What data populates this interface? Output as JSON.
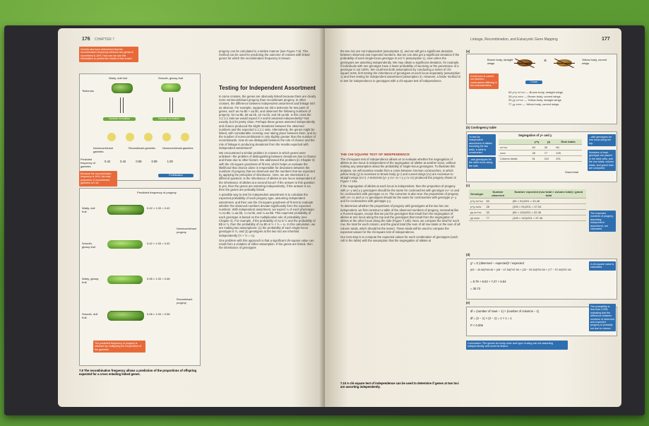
{
  "left_page": {
    "page_number": "176",
    "chapter": "CHAPTER 7",
    "section_heading": "Testing for Independent Assortment",
    "figure": {
      "labels": {
        "wrinkled_dull": "Warty, dull fruit",
        "smooth_glossy": "Smooth, glossy fruit",
        "testcross": "Testcross",
        "gamete_formation_1": "Gamete formation",
        "gamete_formation_2": "Gamete formation",
        "nonrecombinant": "Nonrecombinant gametes",
        "recombinant": "Recombinant gametes",
        "nonrecombinant_2": "Nonrecombinant gametes",
        "predicted": "Predicted frequency of gametes",
        "fertilization": "Fertilization",
        "predicted_progeny": "Predicted frequency of progeny"
      },
      "gamete_freqs": [
        "0.42",
        "0.42",
        "0.08",
        "0.08",
        "1.00"
      ],
      "progeny": [
        {
          "label": "Warty, dull fruit",
          "freq": "0.42 × 1.00 = 0.42",
          "type": ""
        },
        {
          "label": "Smooth, glossy fruit",
          "freq": "0.42 × 1.00 = 0.42",
          "type": "Nonrecombinant progeny"
        },
        {
          "label": "Warty, glossy fruit",
          "freq": "0.08 × 1.00 = 0.08",
          "type": ""
        },
        {
          "label": "Smooth, dull fruit",
          "freq": "0.08 × 1.00 = 0.08",
          "type": "Recombinant progeny"
        }
      ],
      "top_note": "Genetic abs have determined that the recombination frequency between two genes in cucumbers is 16%. How can we use this information to predict the results of this cross?",
      "mid_note": "Because the recombination frequency is 16%, the total proportion of recombinant gametes is 0.16.",
      "bottom_note": "The predicted frequency of progeny is obtained by multiplying the frequencies of the gametes.",
      "caption_bold": "7.9 The recombination frequency allows a prediction of the proportions of offspring expected for a cross entailing linked genes."
    },
    "body_text": [
      "progeny can be calculated in a similar manner (see Figure 7.9). This method can be used for predicting the outcome of crosses with linked genes for which the recombination frequency is known.",
      "In some crosses, the genes are obviously linked because there are clearly more nonrecombinant progeny than recombinant progeny. In other crosses, the difference between independent assortment and linkage isn't as obvious. For example, suppose we did a testcross for two pairs of genes, such as Aa Bb × aa bb, and observed the following numbers of progeny: 54 Aa Bb, 56 aa bb, 42 Aa bb, and 48 aa Bb. Is this cross the 1:1:1:1 ratio we would expect if A and B assorted independently? Not exactly, but it's pretty close. Perhaps these genes assorted independently and chance produced the slight deviations between the observed numbers and the expected 1:1:1:1 ratio. Alternatively, the genes might be linked, with considerable crossing over taking place between them, and so the number of nonrecombinants is only slightly greater than the number of recombinants. How do we distinguish between the role of chance and the role of linkage in producing deviations from the results expected with independent assortment?",
      "We encountered a similar problem in crosses in which genes were unlinked—the problem of distinguishing between deviations due to chance and those due to other factors. We addressed this problem (in Chapter 3) with the chi-square goodness-of-fit test, which helps us evaluate the likelihood that chance alone is responsible for deviations between the numbers of progeny that we observed and the numbers that we expected by applying the principles of inheritance. Here, we are interested in a different question: Is the inheritance of alleles at one locus independent of the inheritance of alleles at a second locus? If the answer to this question is yes, then the genes are assorting independently; if the answer is no, then the genes are probably linked.",
      "A possible way to test for independent assortment is to calculate the expected probability of each progeny type, assuming independent assortment, and then use the chi-square goodness-of-fit test to evaluate whether the observed numbers deviate significantly from the expected numbers. With independent assortment, we expect ¼ of each phenotype: ¼ Aa Bb, ¼ aa bb, ¼ Aa bb, and ¼ aa Bb. This expected probability of each genotype is based on the multiplication rule of probability (see Chapter 3). For example, if the probability of Aa is ½ and the probability of Bb is ½, then the probability of Aa Bb is ½ × ½ = ¼. In this calculation, we are making two assumptions: (1) the probability of each single-locus genotype is ½, and (2) genotypes at the two loci are inherited independently (½ × ½ = ¼).",
      "One problem with this approach is that a significant chi-square value can result from a violation of either assumption. If the genes are linked, then the inheritance of genotypes"
    ]
  },
  "right_page": {
    "page_number": "177",
    "running_head": "Linkage, Recombination, and Eukaryotic Gene Mapping",
    "body_text": [
      "the two loci are not independent (assumption 2), and we will get a significant deviation between observed and expected numbers. But we can also get a significant deviation if the probability of each single-locus genotype is not ½ (assumption 1), even when the genotypes are assorting independently. We may obtain a significant deviation, for example, if individuals with one genotype have a lower probability of surviving or the penetrance of a genotype is not 100%. We could test both assumptions by conducting a series of chi-square tests, first testing the inheritance of genotypes at each locus separately (assumption 1) and then testing for independent assortment (assumption 2). However, a faster method is to test for independence in genotypes with a chi-square test of independence."
    ],
    "subheading": "THE CHI-SQUARE TEST OF INDEPENDENCE",
    "body_text_2": [
      "The chi-square test of independence allows us to evaluate whether the segregation of alleles at one locus is independent of the segregation of alleles at another locus, without making any assumption about the probability of single-locus genotypes. To illustrate this analysis, we will examine results from a cross between German cockroaches, in which yellow body (y) is recessive to brown body (y+) and curved wings (cv) are recessive to straight wings (cv+). A testcross (y+ y cv+ cv × y y cv cv) produced the progeny shown in Figure 7.10a.",
      "If the segregation of alleles at each locus is independent, then the proportion of progeny with y+ y and y y genotypes should be the same for cockroaches with genotype cv+ cv and for cockroaches with genotype cv cv. The converse is also true: the proportions of progeny with cv+ cv and cv cv genotypes should be the same for cockroaches with genotype y+ y and for cockroaches with genotype y y.",
      "To determine whether the proportions of progeny with genotypes at the two loci are independent, we first construct a table of the observed numbers of progeny, somewhat like a Punnett square, except that we put the genotypes that result from the segregation of alleles at one locus along the top and the genotypes that result from the segregation of alleles at the other locus along the side (Figure 7.10b). Next, we compute the total for each row, the total for each column, and the grand total (the sum of all row totals or the sum of all column totals, which should be the same). These totals will be used to compute the expected values for the chi-square test of independence.",
      "Our next step is to compute the expected values for each combination of genotypes (each cell in the table) with the assumption that the segregation of alleles at"
    ],
    "figure": {
      "part_a": "(a)",
      "parent_left": "Brown body, straight wings",
      "parent_right": "Yellow body, curved wings",
      "cross_symbol": "×",
      "cross_label": "Cross",
      "note_a": "A testcross is carried out between cockroaches differing in two characteristics.",
      "progeny_rows": [
        {
          "count": "63",
          "genotype": "y+y cv+cv",
          "phenotype": "Brown body, straight wings"
        },
        {
          "count": "28",
          "genotype": "y+y cvcv",
          "phenotype": "Brown body, curved wings"
        },
        {
          "count": "33",
          "genotype": "yy cv+cv",
          "phenotype": "Yellow body, straight wings"
        },
        {
          "count": "77",
          "genotype": "yy cvcv",
          "phenotype": "Yellow body, curved wings"
        }
      ],
      "part_b": "(b) Contingency table",
      "contingency_title": "Segregation of y+ and y",
      "contingency_headers": [
        "",
        "y+y",
        "yy",
        "Row totals"
      ],
      "contingency_rows": [
        [
          "cv+cv",
          "63",
          "33",
          "96"
        ],
        [
          "cvcv",
          "28",
          "77",
          "105"
        ],
        [
          "Column totals",
          "91",
          "110",
          "201"
        ]
      ],
      "grand_total": "Grand total",
      "note_b1": "To test for independent assortment of alleles encoding the two traits, a table is constructed.",
      "note_b2": "Numbers of each genotype are placed in the table cells, and the row totals, column totals, and grand total are computed.",
      "note_b3": "...and genotypes for the other locus along the side.",
      "note_b4": "...with genotypes for one locus along the top.",
      "part_c": "(c)",
      "table_c_headers": [
        "Genotype",
        "Number observed",
        "Number expected (row total × column total) / grand total"
      ],
      "table_c_rows": [
        [
          "y+y cv+cv",
          "63",
          "(96 × 91)/201 = 43.46"
        ],
        [
          "y+y cvcv",
          "28",
          "(105 × 91)/201 = 47.54"
        ],
        [
          "yy cv+cv",
          "33",
          "(96 × 110)/201 = 52.46"
        ],
        [
          "yy cvcv",
          "77",
          "(105 × 110)/201 = 57.46"
        ]
      ],
      "note_c": "The expected numbers of progeny, assuming independent assortment, are calculated.",
      "part_d": "(d)",
      "chi_formula": "χ² = Σ (observed − expected)² / expected",
      "chi_terms": "(63 − 43.46)²/43.46 + (28 − 47.54)²/47.54 + (33 − 52.54)²/52.54 + (77 − 57.46)²/57.46",
      "chi_sum": "= 8.79 + 8.03 + 7.27 + 6.64",
      "chi_result": "= 30.73",
      "note_d": "A chi-square value is calculated.",
      "part_e": "(e)",
      "df_text": "df = (number of rows − 1) × (number of columns − 1)",
      "df_calc": "df = (2 − 1) × (2 − 1) = 1 × 1 = 1",
      "p_value": "P < 0.005",
      "note_e": "The probability is less than 0.005, indicating that the difference between numbers of observed and expected progeny is probably not due to chance.",
      "conclusion": "Conclusion: The genes for body color and type of wing are not assorting independently and must be linked.",
      "caption_bold": "7.10 A chi-square test of independence can be used to determine if genes at two loci are assorting independently."
    }
  }
}
